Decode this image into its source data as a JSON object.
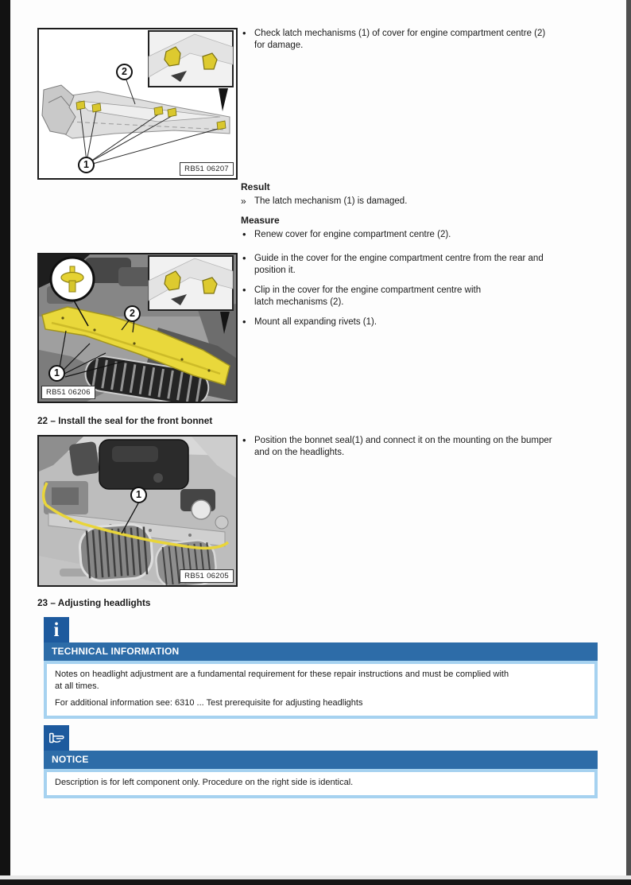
{
  "colors": {
    "banner_blue": "#2d6ca8",
    "icon_blue": "#1d5a9e",
    "box_border_blue": "#a6d2f0",
    "highlight_yellow": "#e8d63c"
  },
  "figures": [
    {
      "label": "RB51 06207",
      "callout1": "1",
      "callout2": "2"
    },
    {
      "label": "RB51 06206",
      "callout1": "1",
      "callout2": "2"
    },
    {
      "label": "RB51 06205",
      "callout1": "1"
    }
  ],
  "sections": {
    "check_latch": {
      "bullet": "Check latch mechanisms (1) of cover for engine compartment centre (2)\nfor damage.",
      "result_heading": "Result",
      "result_marker": "»",
      "result_text": "The latch mechanism (1) is damaged.",
      "measure_heading": "Measure",
      "measure_bullet": "Renew cover for engine compartment centre (2)."
    },
    "install_cover": {
      "bullets": [
        "Guide in the cover for the engine compartment centre from the rear and\nposition it.",
        "Clip in the cover for the engine compartment centre with\nlatch mechanisms (2).",
        "Mount all expanding rivets (1)."
      ]
    },
    "step22": {
      "heading": "22 – Install the seal for the front bonnet",
      "bullet": "Position the bonnet seal(1) and connect it on the mounting on the bumper\nand on the headlights."
    },
    "step23": {
      "heading": "23 – Adjusting headlights"
    }
  },
  "info_box": {
    "icon": "info-i-icon",
    "icon_glyph": "i",
    "title": "TECHNICAL INFORMATION",
    "paragraphs": [
      "Notes on headlight adjustment are a fundamental requirement for these repair instructions and must be complied with\nat all times.",
      "For additional information see: 6310 ... Test prerequisite for adjusting headlights"
    ]
  },
  "notice_box": {
    "icon": "pointing-hand-icon",
    "title": "NOTICE",
    "text": "Description is for left component only. Procedure on the right side is identical."
  }
}
